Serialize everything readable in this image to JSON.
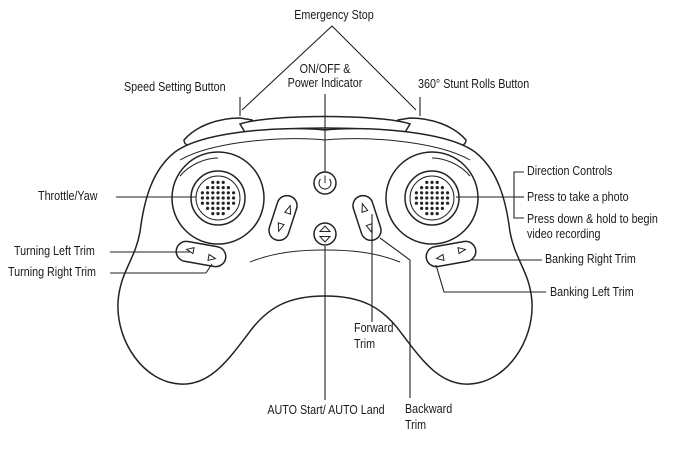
{
  "labels": {
    "emergency_stop": "Emergency Stop",
    "on_off_line1": "ON/OFF &",
    "on_off_line2": "Power Indicator",
    "speed_setting": "Speed Setting Button",
    "stunt_rolls": "360° Stunt Rolls Button",
    "throttle_yaw": "Throttle/Yaw",
    "direction_controls": "Direction Controls",
    "press_photo": "Press to take a photo",
    "press_hold_line1": "Press down & hold to begin",
    "press_hold_line2": "video recording",
    "turning_left_trim": "Turning Left Trim",
    "turning_right_trim": "Turning Right Trim",
    "banking_right_trim": "Banking Right Trim",
    "banking_left_trim": "Banking Left Trim",
    "forward_trim_line1": "Forward",
    "forward_trim_line2": "Trim",
    "backward_trim_line1": "Backward",
    "backward_trim_line2": "Trim",
    "auto_start_land": "AUTO Start/ AUTO Land"
  }
}
